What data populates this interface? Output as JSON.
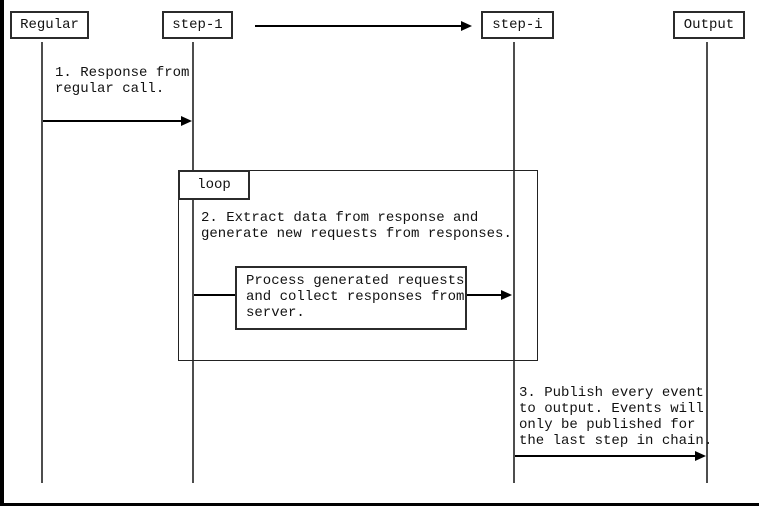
{
  "diagram": {
    "type": "sequence-diagram",
    "actors": [
      {
        "id": "regular",
        "label": "Regular"
      },
      {
        "id": "step-1",
        "label": "step-1"
      },
      {
        "id": "step-i",
        "label": "step-i"
      },
      {
        "id": "output",
        "label": "Output"
      }
    ],
    "loop_label": "loop",
    "messages": {
      "msg1": "1. Response from\nregular call.",
      "msg2": "2. Extract data from response and\ngenerate new requests from responses.",
      "process_box": "Process generated requests\nand collect responses from\nserver.",
      "msg3": "3. Publish every event\nto output. Events will\nonly be published for\nthe last step in chain."
    },
    "colors": {
      "line": "#000000",
      "lifeline": "#4d4d4d",
      "background": "#ffffff",
      "text": "#111111"
    }
  }
}
